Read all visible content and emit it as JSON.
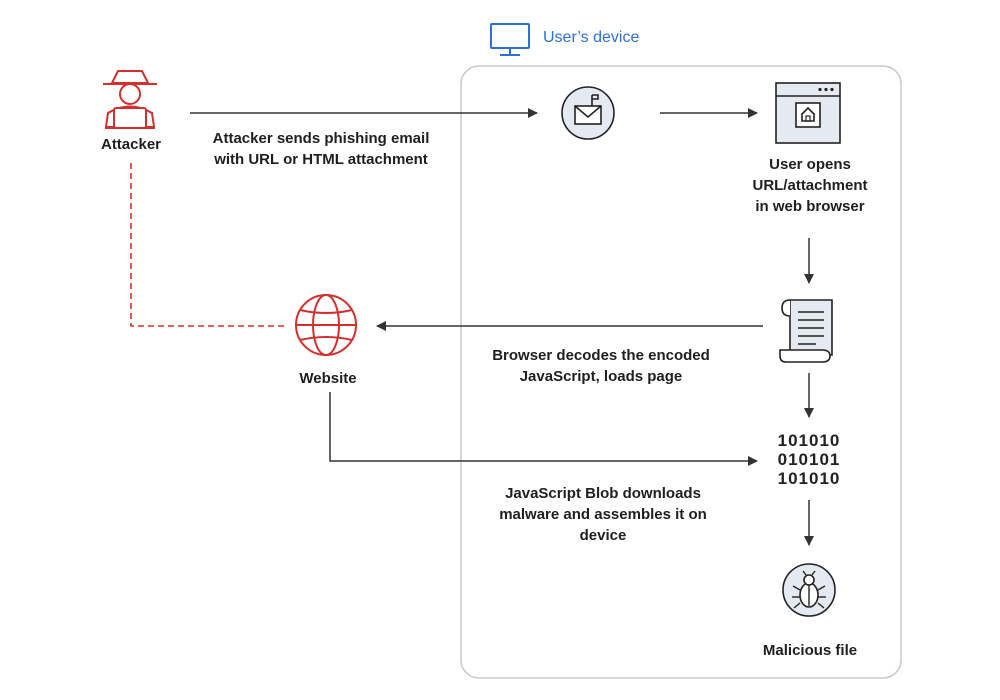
{
  "container": {
    "title": "User’s device"
  },
  "nodes": {
    "attacker": {
      "label": "Attacker"
    },
    "website": {
      "label": "Website"
    },
    "browser": {
      "label_lines": [
        "User opens",
        "URL/attachment",
        "in web browser"
      ]
    },
    "malicious_file": {
      "label": "Malicious file"
    }
  },
  "edges": {
    "phishing": {
      "lines": [
        "Attacker sends phishing email",
        "with URL or HTML attachment"
      ]
    },
    "decode": {
      "lines": [
        "Browser decodes the encoded",
        "JavaScript, loads page"
      ]
    },
    "blob": {
      "lines": [
        "JavaScript Blob downloads",
        "malware and assembles it on",
        "device"
      ]
    }
  },
  "binary": {
    "rows": [
      "101010",
      "010101",
      "101010"
    ]
  },
  "colors": {
    "attacker_red": "#d32f2f",
    "device_blue": "#2f6fd6",
    "icon_fill": "#e4e9f2",
    "line": "#333333"
  },
  "icons": [
    "attacker-icon",
    "monitor-icon",
    "email-icon",
    "browser-icon",
    "website-globe-icon",
    "script-scroll-icon",
    "bug-icon"
  ]
}
